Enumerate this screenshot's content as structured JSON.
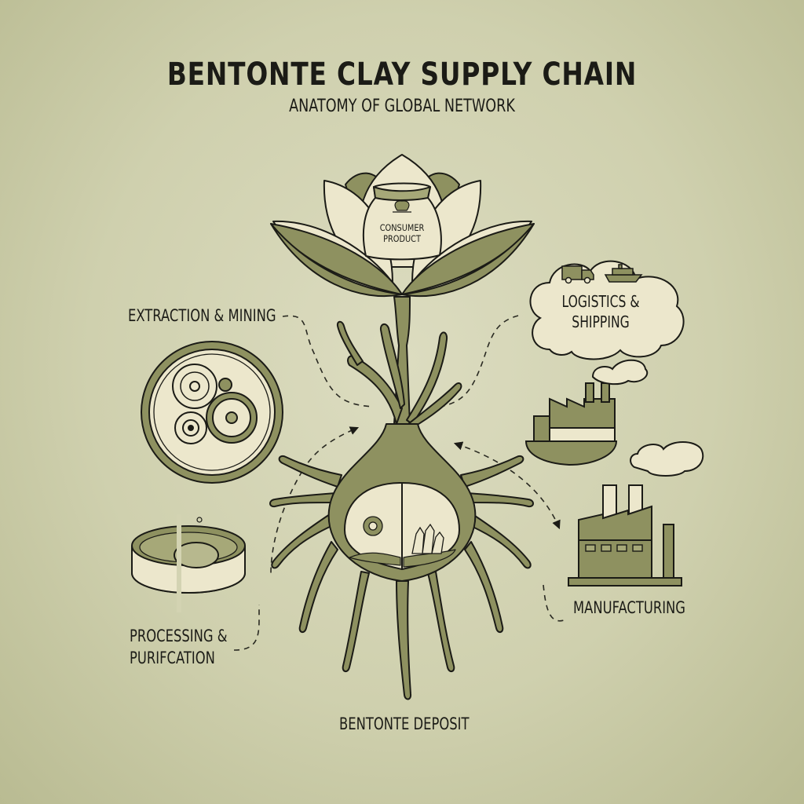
{
  "header": {
    "title": "BENTONTE CLAY SUPPLY CHAIN",
    "subtitle": "ANATOMY OF GLOBAL NETWORK"
  },
  "center": {
    "product": {
      "line1": "CONSUMER",
      "line2": "PRODUCT",
      "icon": "leaf-emblem-icon"
    },
    "deposit_label": "BENTONTE DEPOSIT"
  },
  "stages": [
    {
      "id": "extraction",
      "label": "EXTRACTION & MINING",
      "icon": "gears-icon"
    },
    {
      "id": "processing",
      "line1": "PROCESSING &",
      "line2": "PURIFCATION",
      "icon": "sieve-icon"
    },
    {
      "id": "logistics",
      "line1": "LOGISTICS &",
      "line2": "SHIPPING",
      "icon": "truck-and-ship-icon"
    },
    {
      "id": "manufacturing",
      "label": "MANUFACTURING",
      "icon": "factory-icon"
    }
  ],
  "colors": {
    "background": "#cfd0ae",
    "olive": "#8e9160",
    "olive_dark": "#6f7347",
    "cream": "#ece7cc",
    "ink": "#1b1b16"
  }
}
